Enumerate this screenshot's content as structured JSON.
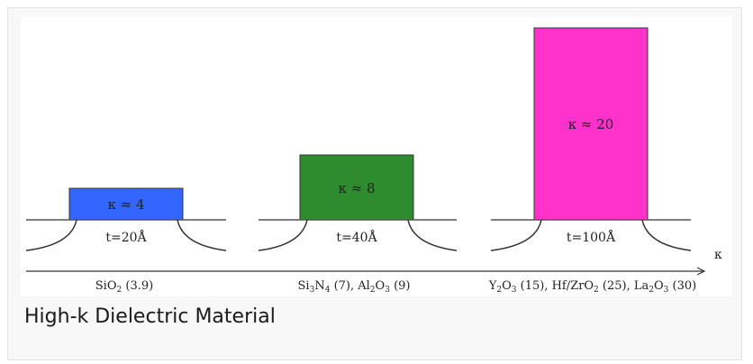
{
  "caption": "High-k Dielectric Material",
  "axis_symbol": "κ",
  "colors": {
    "sio2_gate": "#3366ff",
    "mid_gate": "#2e8b2e",
    "high_gate": "#ff33cc",
    "line": "#333333"
  },
  "structures": [
    {
      "gate_label": "κ ≈ 4",
      "thickness": "t=20Å",
      "material": {
        "base": "SiO",
        "sub": "2",
        "rest": " (3.9)"
      }
    },
    {
      "gate_label": "κ ≈ 8",
      "thickness": "t=40Å",
      "material_parts": [
        {
          "t": "Si"
        },
        {
          "s": "3"
        },
        {
          "t": "N"
        },
        {
          "s": "4"
        },
        {
          "t": " (7), Al"
        },
        {
          "s": "2"
        },
        {
          "t": "O"
        },
        {
          "s": "3"
        },
        {
          "t": " (9)"
        }
      ]
    },
    {
      "gate_label": "κ ≈ 20",
      "thickness": "t=100Å",
      "material_parts": [
        {
          "t": "Y"
        },
        {
          "s": "2"
        },
        {
          "t": "O"
        },
        {
          "s": "3"
        },
        {
          "t": " (15), Hf/ZrO"
        },
        {
          "s": "2"
        },
        {
          "t": " (25), La"
        },
        {
          "s": "2"
        },
        {
          "t": "O"
        },
        {
          "s": "3"
        },
        {
          "t": " (30)"
        }
      ]
    }
  ]
}
